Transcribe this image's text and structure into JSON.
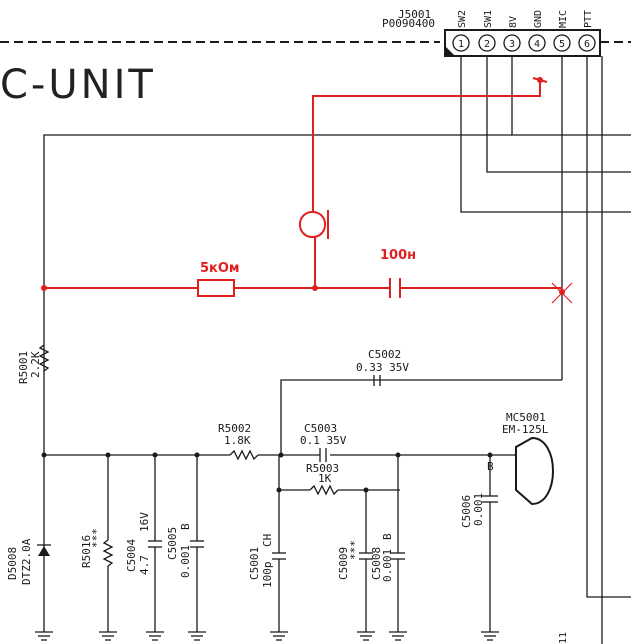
{
  "unit_title": "C-UNIT",
  "connector": {
    "ref": "J5001",
    "part": "P0090400",
    "pins": [
      {
        "num": "1",
        "signal": "SW2"
      },
      {
        "num": "2",
        "signal": "SW1"
      },
      {
        "num": "3",
        "signal": "8V"
      },
      {
        "num": "4",
        "signal": "GND"
      },
      {
        "num": "5",
        "signal": "MIC"
      },
      {
        "num": "6",
        "signal": "PTT"
      }
    ]
  },
  "mods": {
    "resistor": "5кОм",
    "capacitor": "100н"
  },
  "components": {
    "R5001": {
      "ref": "R5001",
      "value": "2.2K"
    },
    "C5002": {
      "ref": "C5002",
      "value": "0.33  35V"
    },
    "R5002": {
      "ref": "R5002",
      "value": "1.8K"
    },
    "C5003": {
      "ref": "C5003",
      "value": "0.1  35V"
    },
    "R5003": {
      "ref": "R5003",
      "value": "1K"
    },
    "MC5001": {
      "ref": "MC5001",
      "value": "EM-125L"
    },
    "C5006": {
      "ref": "C5006",
      "value": "0.001",
      "cls": "B"
    },
    "D5008": {
      "ref": "D5008",
      "value": "DTZ2.0A"
    },
    "R5016": {
      "ref": "R5016",
      "value": "***"
    },
    "C5004": {
      "ref": "C5004",
      "value": "4.7",
      "volt": "16V"
    },
    "C5005": {
      "ref": "C5005",
      "value": "0.001",
      "cls": "B"
    },
    "C5001": {
      "ref": "C5001",
      "value": "100p",
      "cls": "CH"
    },
    "C5009": {
      "ref": "C5009",
      "value": "***"
    },
    "C5008": {
      "ref": "C5008",
      "value": "0.001",
      "cls": "B"
    }
  },
  "edge_label": "11"
}
